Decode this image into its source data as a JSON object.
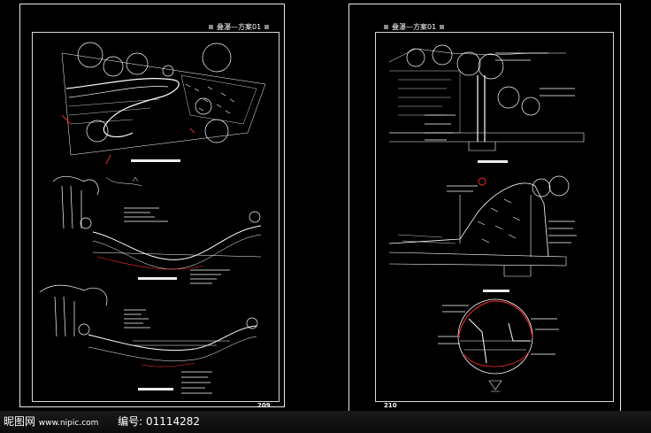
{
  "watermark": {
    "site": "昵图网",
    "site_url": "www.nipic.com",
    "id_label": "编号",
    "id_value": "01114282"
  },
  "left_sheet": {
    "title": "叠瀑—方案01",
    "page_number": "209"
  },
  "right_sheet": {
    "title": "叠瀑—方案01",
    "page_number": "210"
  },
  "colors": {
    "line": "#ffffff",
    "accent": "#ff2a2a",
    "background": "#000000"
  }
}
